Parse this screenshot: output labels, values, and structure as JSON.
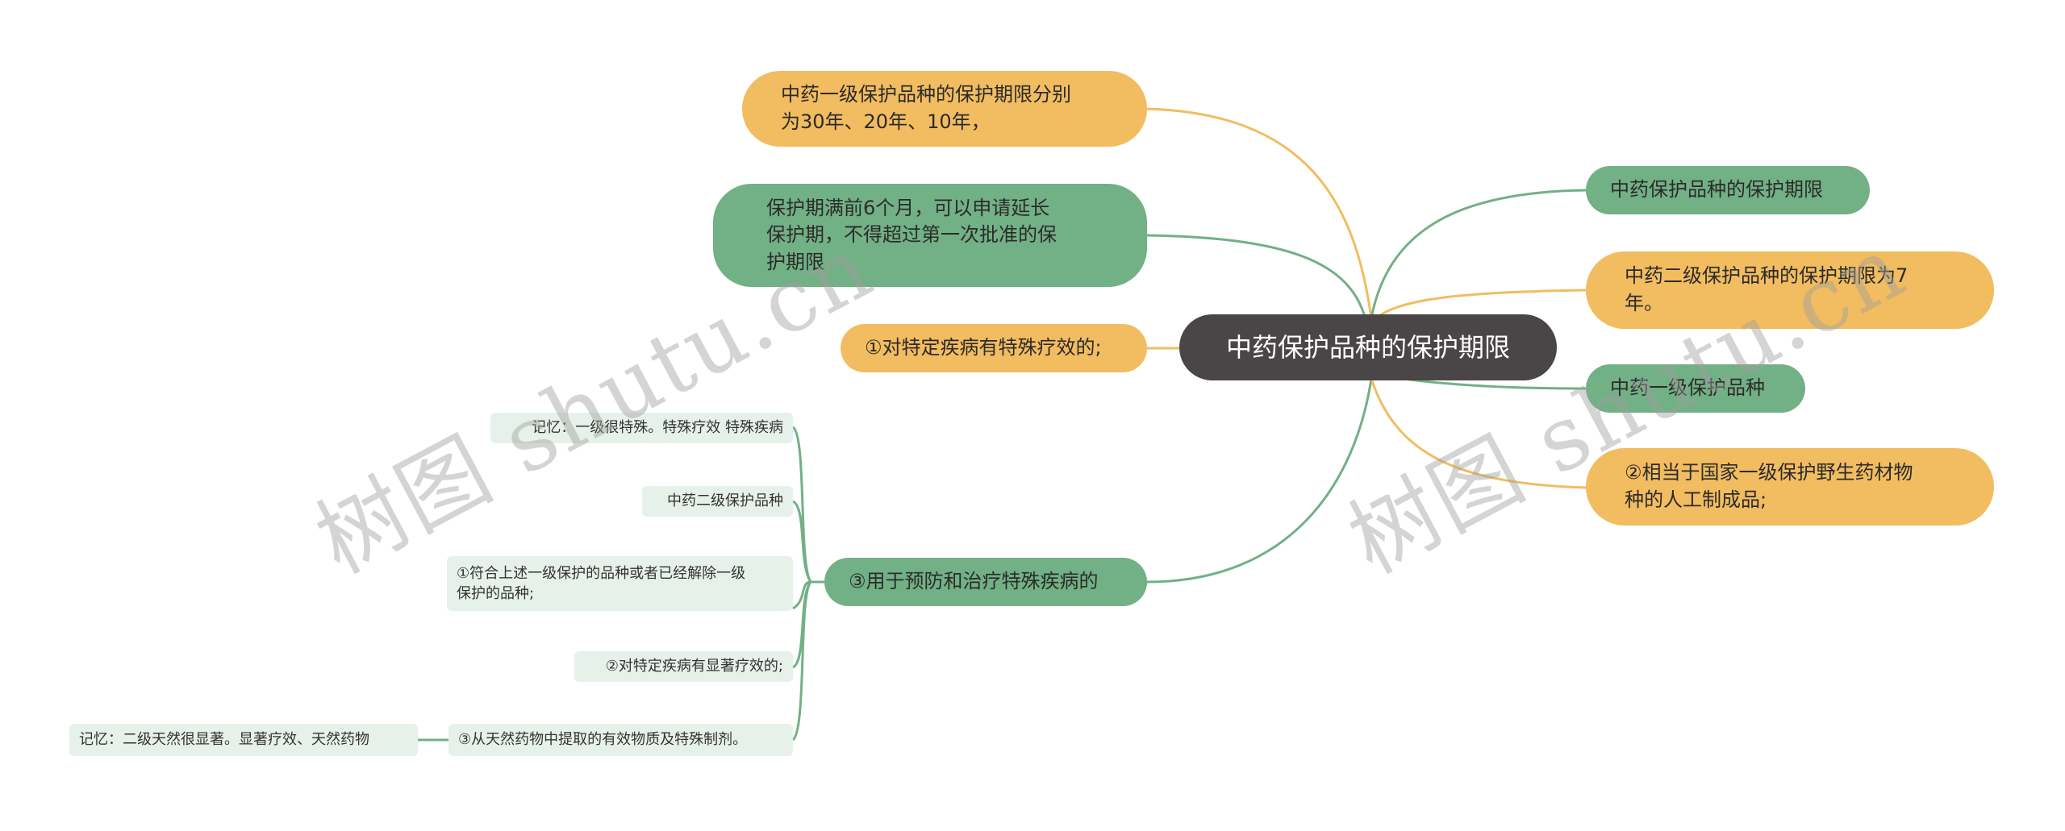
{
  "root": {
    "label": "中药保护品种的保护期限"
  },
  "left_branches": {
    "b1": "中药一级保护品种的保护期限分别\n为30年、20年、10年，",
    "b2": "保护期满前6个月，可以申请延长\n保护期，不得超过第一次批准的保\n护期限",
    "b3": "①对特定疾病有特殊疗效的;",
    "b4": "③用于预防和治疗特殊疾病的"
  },
  "left_leaves": {
    "l1": "记忆：一级很特殊。特殊疗效 特殊疾病",
    "l2": "中药二级保护品种",
    "l3": "①符合上述一级保护的品种或者已经解除一级\n保护的品种;",
    "l4": "②对特定疾病有显著疗效的;",
    "l5": "③从天然药物中提取的有效物质及特殊制剂。",
    "l6": "记忆：二级天然很显著。显著疗效、天然药物"
  },
  "right_branches": {
    "r1": "中药保护品种的保护期限",
    "r2": "中药二级保护品种的保护期限为7\n年。",
    "r3": "中药一级保护品种",
    "r4": "②相当于国家一级保护野生药材物\n种的人工制成品;"
  },
  "watermarks": {
    "w1": "树图 shutu.cn",
    "w2": "树图 shutu.cn"
  },
  "colors": {
    "root": "#4a4546",
    "orange": "#f2bc60",
    "green": "#72b085",
    "leaf": "#e6f1e9",
    "link_green": "#72b085",
    "link_orange": "#f2bc60"
  }
}
